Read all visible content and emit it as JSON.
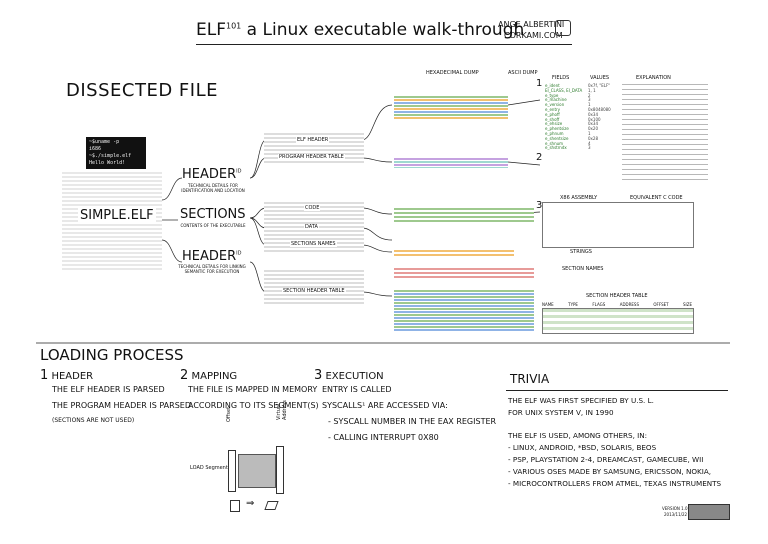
{
  "header": {
    "title_prefix": "ELF",
    "title_sup": "101",
    "title_rest": " a Linux executable walk-through",
    "author": "ANGE ALBERTINI",
    "site": "CORKAMI.COM"
  },
  "columns": {
    "hexdump": "HEXADECIMAL DUMP",
    "ascii": "ASCII DUMP",
    "fields": "FIELDS",
    "values": "VALUES",
    "explanation": "EXPLANATION"
  },
  "dissected": {
    "title": "DISSECTED FILE",
    "terminal": [
      "~$uname -p",
      "i686",
      "~$./simple.elf",
      "Hello World!"
    ],
    "file_label": "SIMPLE.ELF",
    "header_label": "HEADER",
    "header_sup": "ID",
    "header_caption": "TECHNICAL DETAILS FOR IDENTIFICATION AND LOCATION",
    "sections_label": "SECTIONS",
    "sections_caption": "CONTENTS OF THE EXECUTABLE",
    "header2_label": "HEADER",
    "header2_sup": "ID",
    "header2_caption": "TECHNICAL DETAILS FOR LINKING SEMANTIC FOR EXECUTION"
  },
  "blocks": {
    "elf_header": "ELF HEADER",
    "program_header_table": "PROGRAM HEADER TABLE",
    "code": "CODE",
    "data": "DATA",
    "section_names": "SECTIONS NAMES",
    "section_header_table": "SECTION HEADER TABLE"
  },
  "right": {
    "x86_assembly": "X86 ASSEMBLY",
    "equivalent_c": "EQUIVALENT C CODE",
    "strings": "STRINGS",
    "section_names": "SECTION NAMES",
    "section_header_table": "SECTION HEADER TABLE",
    "sht_cols": [
      "NAME",
      "TYPE",
      "FLAGS",
      "ADDRESS",
      "OFFSET",
      "SIZE"
    ],
    "num1": "1",
    "num2": "2",
    "num3": "3",
    "fields": [
      "e_ident",
      "EI_CLASS, EI_DATA",
      "e_type",
      "e_machine",
      "e_version",
      "e_entry",
      "e_phoff",
      "e_shoff",
      "e_ehsize",
      "e_phentsize",
      "e_phnum",
      "e_shentsize",
      "e_shnum",
      "e_shstrndx"
    ],
    "values": [
      "0x7f, \"ELF\"",
      "1, 1",
      "2",
      "3",
      "1",
      "0x8048080",
      "0x34",
      "0x100",
      "0x34",
      "0x20",
      "1",
      "0x28",
      "4",
      "3"
    ]
  },
  "loading": {
    "title": "LOADING PROCESS",
    "step1_num": "1",
    "step1_title": "HEADER",
    "step1_lines": [
      "THE ELF HEADER IS PARSED",
      "THE PROGRAM HEADER IS PARSED",
      "(SECTIONS ARE NOT USED)"
    ],
    "step2_num": "2",
    "step2_title": "MAPPING",
    "step2_lines": [
      "THE FILE IS MAPPED IN MEMORY",
      "ACCORDING TO ITS SEGMENT(S)"
    ],
    "step3_num": "3",
    "step3_title": "EXECUTION",
    "step3_lines": [
      "ENTRY IS CALLED",
      "SYSCALLS¹ ARE ACCESSED VIA:",
      "- SYSCALL NUMBER IN THE EAX REGISTER",
      "- CALLING INTERRUPT 0X80"
    ],
    "diagram_offset": "Offset",
    "diagram_va": "Virtual Address",
    "diagram_segment": "LOAD Segment"
  },
  "trivia": {
    "title": "TRIVIA",
    "lines": [
      "THE ELF WAS FIRST SPECIFIED BY U.S. L.",
      "FOR UNIX SYSTEM V, IN 1990",
      "",
      "THE ELF IS USED, AMONG OTHERS, IN:",
      "- LINUX, ANDROID, *BSD, SOLARIS, BEOS",
      "- PSP, PLAYSTATION 2-4, DREAMCAST, GAMECUBE, WII",
      "- VARIOUS OSES MADE BY SAMSUNG, ERICSSON, NOKIA,",
      "- MICROCONTROLLERS FROM ATMEL, TEXAS INSTRUMENTS"
    ],
    "version": "VERSION 1.0",
    "date": "2013/11/22"
  },
  "colors": {
    "green": "#5cb85c",
    "orange": "#f0a030",
    "blue": "#4a7fd4",
    "purple": "#9a5fc8",
    "teal": "#3fb3a8",
    "red": "#d9534f"
  }
}
